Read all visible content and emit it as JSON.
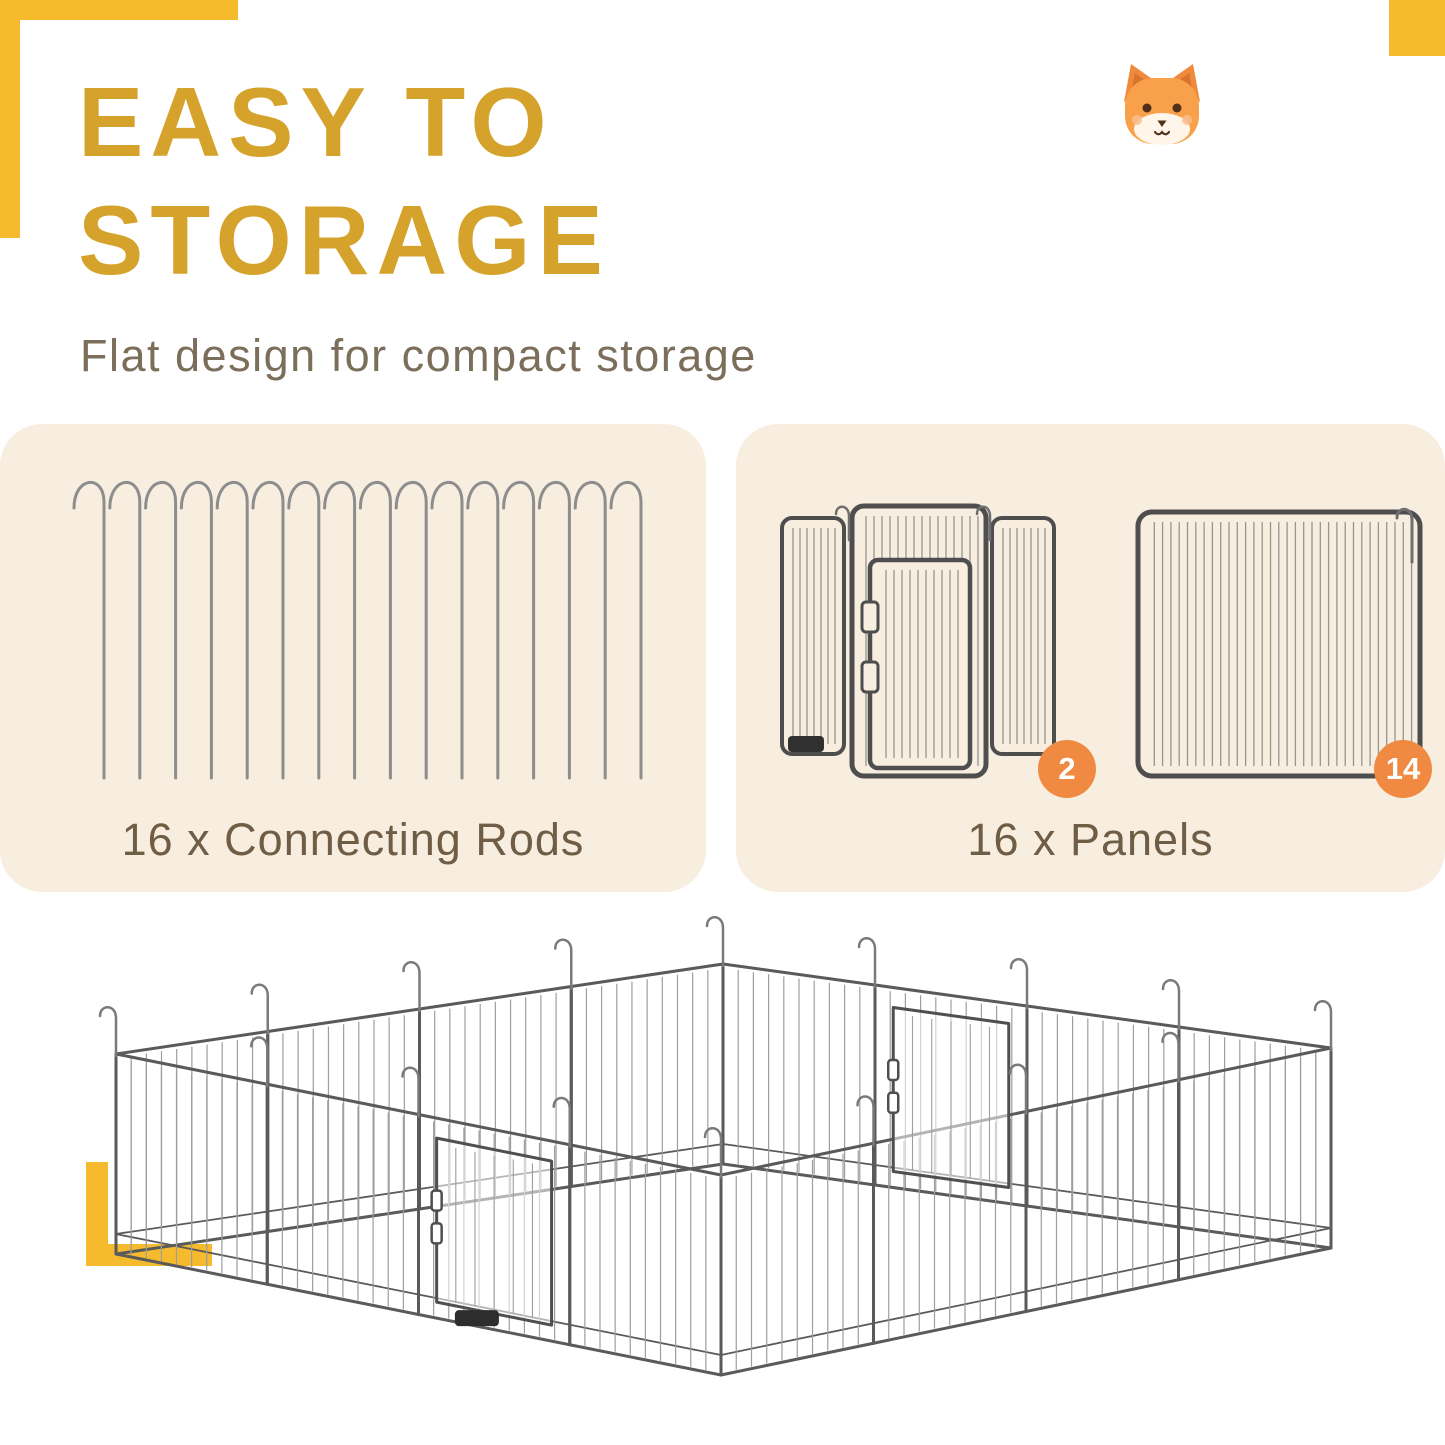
{
  "header": {
    "title_line1": "EASY TO",
    "title_line2": "STORAGE",
    "subtitle": "Flat design for compact storage"
  },
  "rods": {
    "label": "16 x Connecting Rods",
    "count": 16
  },
  "panels": {
    "label": "16 x Panels",
    "door_panel_badge": "2",
    "plain_panel_badge": "14",
    "total": 16
  },
  "playpen": {
    "total_panels": 16,
    "panels_per_wall": 4
  },
  "icons": {
    "top_right": "fox-face-icon"
  },
  "colors": {
    "title": "#D5A32B",
    "corner_accent": "#F5BB2D",
    "card_bg": "#F8EEE0",
    "badge": "#F08A43",
    "label_text": "#6F5D45",
    "subtitle_text": "#7B6E5A",
    "frame_stroke": "#5A5A5A",
    "wire_stroke": "#9E9E9E"
  }
}
